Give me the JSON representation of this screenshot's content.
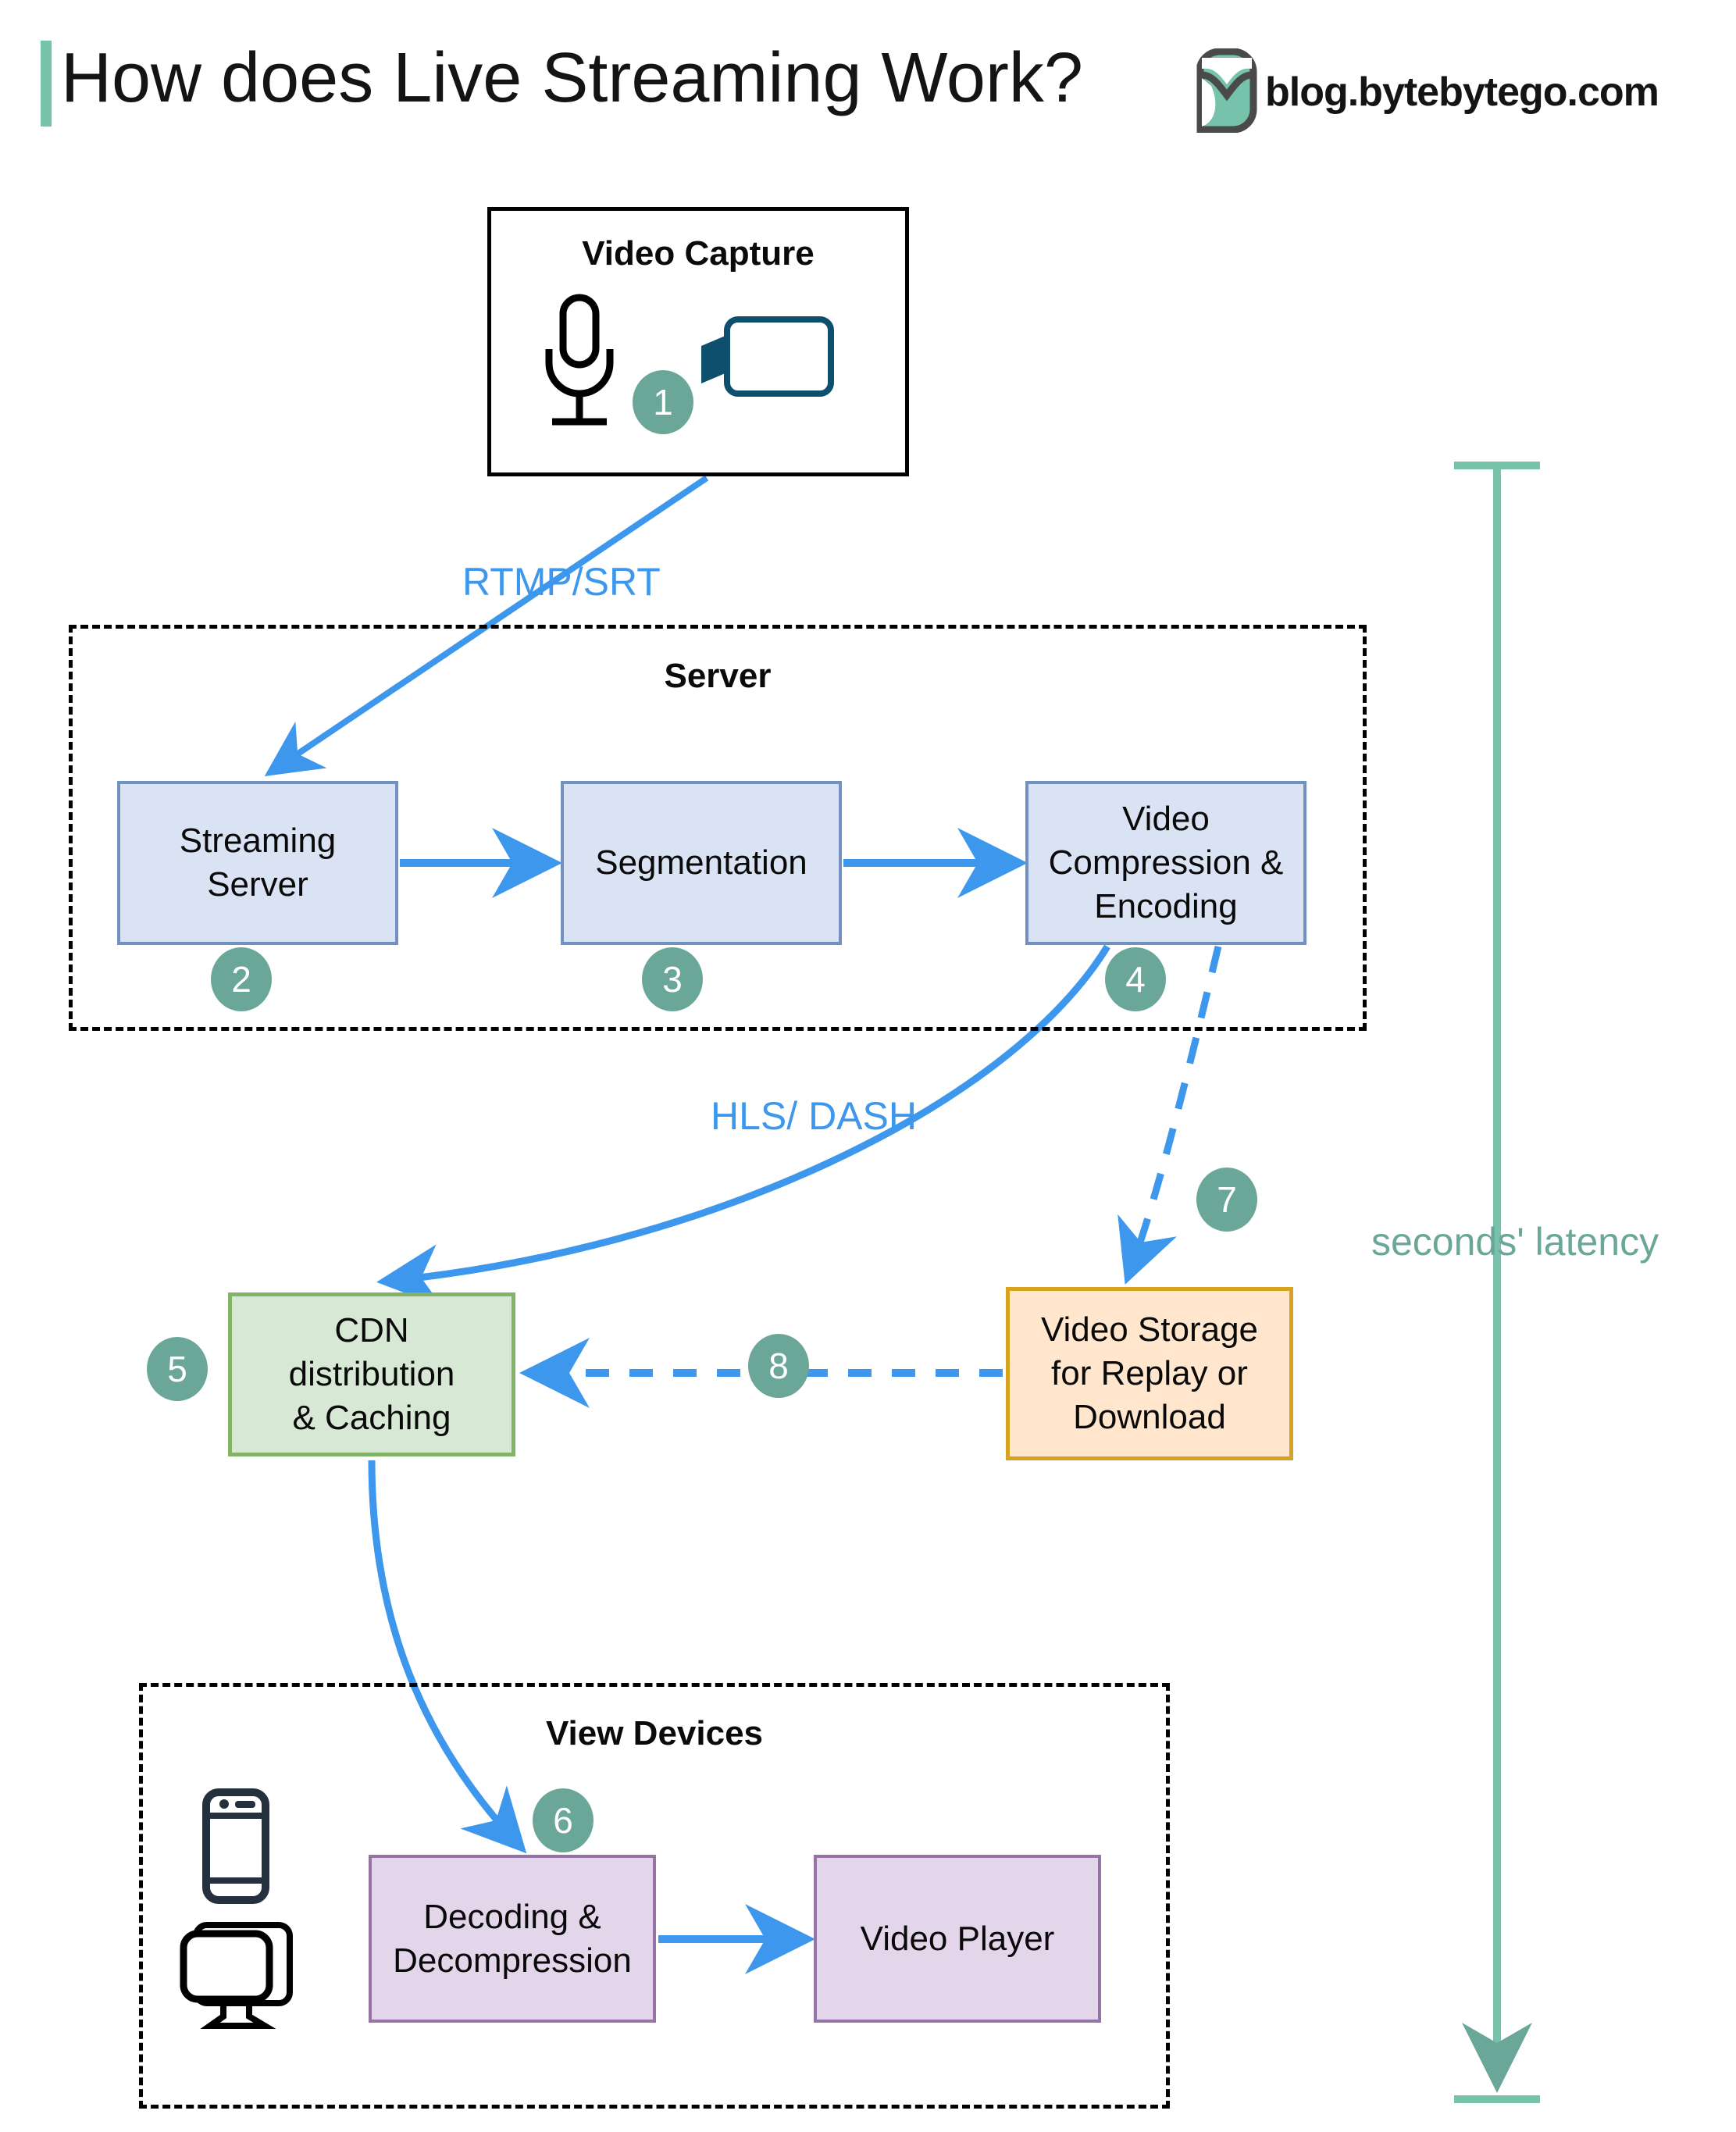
{
  "header": {
    "title": "How does Live Streaming Work?",
    "brand": "blog.bytebytego.com",
    "logo_icon": "bytebytego-logo",
    "accent_color": "#76c2ab"
  },
  "groups": {
    "video_capture": {
      "title": "Video Capture",
      "icons": [
        "microphone-icon",
        "video-camera-icon"
      ]
    },
    "server": {
      "title": "Server"
    },
    "view_devices": {
      "title": "View Devices",
      "icons": [
        "smartphone-icon",
        "desktop-monitor-icon"
      ]
    }
  },
  "nodes": [
    {
      "id": "streaming-server",
      "label": "Streaming\nServer",
      "line1": "Streaming",
      "line2": "Server",
      "color": "#dae3f3",
      "border": "#7191c0",
      "step": "2"
    },
    {
      "id": "segmentation",
      "label": "Segmentation",
      "line1": "Segmentation",
      "line2": "",
      "color": "#dae3f3",
      "border": "#7191c0",
      "step": "3"
    },
    {
      "id": "video-compression-encoding",
      "line1": "Video",
      "line2": "Compression &",
      "line3": "Encoding",
      "color": "#dae3f3",
      "border": "#7191c0",
      "step": "4"
    },
    {
      "id": "cdn-distribution-caching",
      "line1": "CDN distribution",
      "line2": "& Caching",
      "color": "#d7e8d4",
      "border": "#82b366",
      "step": "5"
    },
    {
      "id": "video-storage",
      "line1": "Video Storage",
      "line2": "for Replay or",
      "line3": "Download",
      "color": "#ffe6cc",
      "border": "#d6a220",
      "step": "7"
    },
    {
      "id": "decoding-decompression",
      "line1": "Decoding &",
      "line2": "Decompression",
      "color": "#e3d6eb",
      "border": "#9673a6",
      "step": "6"
    },
    {
      "id": "video-player",
      "line1": "Video Player",
      "line2": "",
      "color": "#e3d6eb",
      "border": "#9673a6",
      "step": ""
    }
  ],
  "node_text": {
    "streaming_server_l1": "Streaming",
    "streaming_server_l2": "Server",
    "segmentation": "Segmentation",
    "encode_l1": "Video",
    "encode_l2": "Compression &",
    "encode_l3": "Encoding",
    "cdn_l1": "CDN distribution",
    "cdn_l2": "& Caching",
    "storage_l1": "Video Storage",
    "storage_l2": "for Replay or",
    "storage_l3": "Download",
    "decode_l1": "Decoding &",
    "decode_l2": "Decompression",
    "player": "Video Player"
  },
  "steps": {
    "s1": "1",
    "s2": "2",
    "s3": "3",
    "s4": "4",
    "s5": "5",
    "s6": "6",
    "s7": "7",
    "s8": "8"
  },
  "edge_labels": {
    "rtmp_srt": "RTMP/SRT",
    "hls_l1": "HLS/",
    "hls_l2": "DASH",
    "latency": "seconds' latency"
  },
  "colors": {
    "arrow_blue": "#3d97ed",
    "badge_teal": "#6ba798",
    "camera_dark_teal": "#0d4f6c",
    "blue_fill": "#dae3f3",
    "green_fill": "#d7e8d4",
    "orange_fill": "#ffe6cc",
    "purple_fill": "#e3d6eb"
  }
}
